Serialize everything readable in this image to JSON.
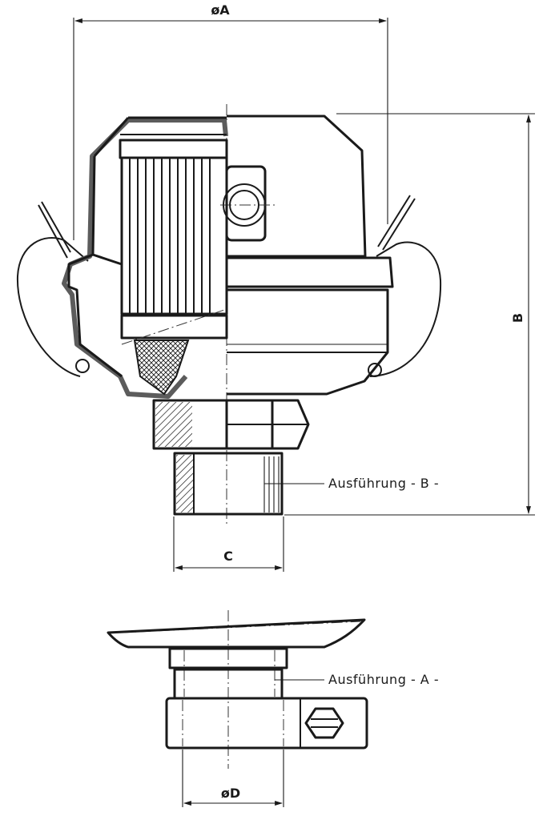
{
  "dimensions": {
    "a": "øA",
    "b": "B",
    "c": "C",
    "d": "øD"
  },
  "variants": {
    "b": "Ausführung - B -",
    "a": "Ausführung - A -"
  }
}
